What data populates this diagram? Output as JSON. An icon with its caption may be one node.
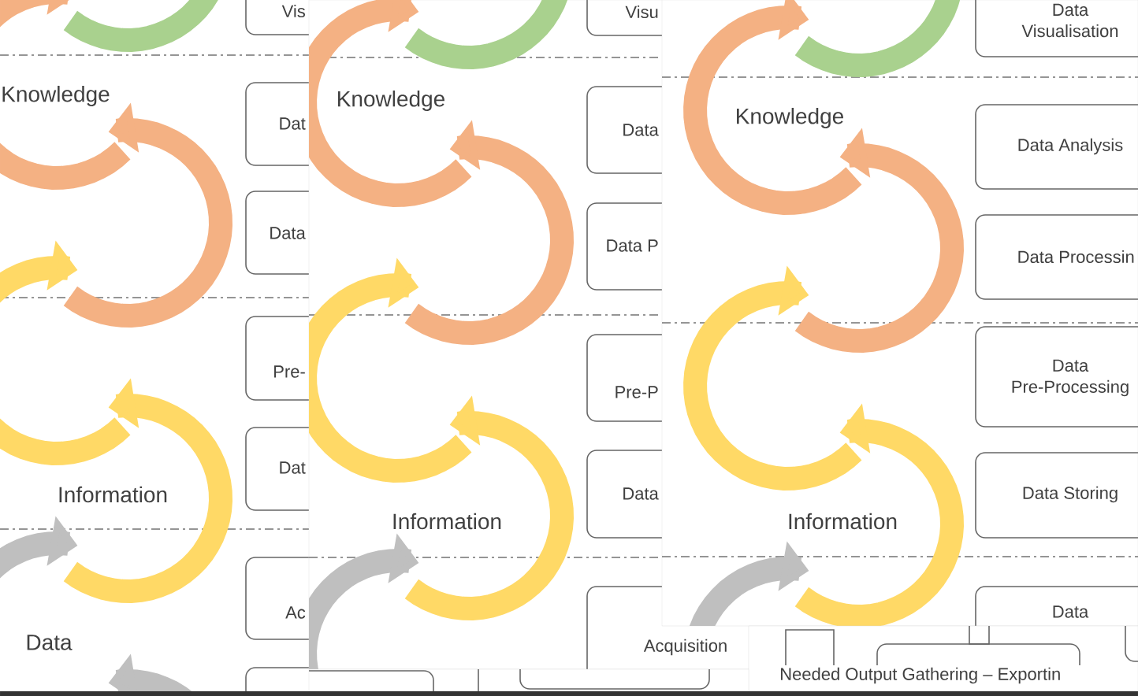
{
  "diagram": {
    "nodes": [
      {
        "text": [
          "Vis"
        ]
      },
      {
        "text": [
          "Dat"
        ]
      },
      {
        "text": [
          "Data"
        ]
      },
      {
        "text": [
          "Pre-"
        ]
      },
      {
        "text": [
          "Dat"
        ]
      },
      {
        "text": [
          "Ac"
        ]
      },
      {
        "text": [],
        "shape": "box"
      },
      {
        "text": [
          "Visu"
        ]
      },
      {
        "text": [
          "Data"
        ]
      },
      {
        "text": [
          "Data P"
        ]
      },
      {
        "text": [
          "Pre-P"
        ]
      },
      {
        "text": [
          "Data"
        ]
      },
      {
        "text": [
          "Acquisition"
        ]
      },
      {
        "text": [
          "Data Visualisation"
        ]
      },
      {
        "text": [
          "Data Analysis"
        ]
      },
      {
        "text": [
          "Data Processin"
        ]
      },
      {
        "text": [
          "Data Pre-Processing"
        ]
      },
      {
        "text": [
          "Data Storing"
        ]
      },
      {
        "text": [
          "Data"
        ]
      }
    ],
    "labels": [
      "Knowledge",
      "Information",
      "Data",
      "Knowledge",
      "Information",
      "Knowledge",
      "Information",
      "Needed Output Gathering – Exportin"
    ]
  }
}
